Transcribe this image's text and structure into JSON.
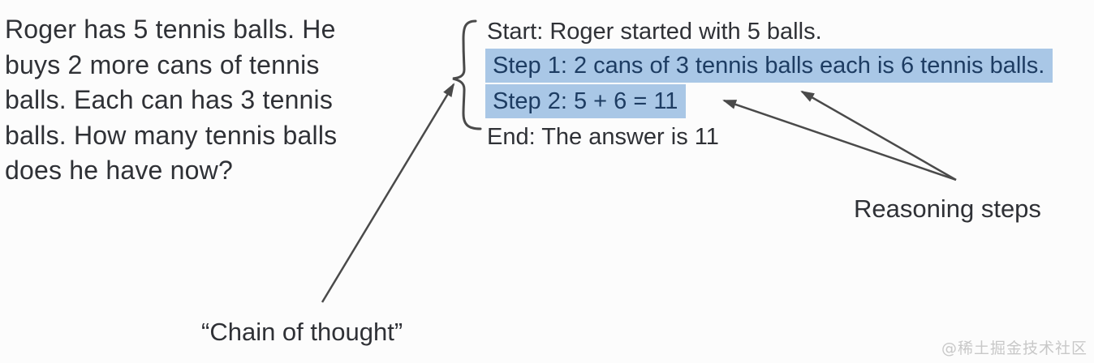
{
  "problem": {
    "text": "Roger has 5 tennis balls. He\nbuys 2 more cans of tennis\nballs. Each can has 3 tennis\nballs. How many tennis balls\ndoes he have now?"
  },
  "reasoning": {
    "start": "Start: Roger started with 5 balls.",
    "step1": "Step 1: 2 cans of 3 tennis balls each is 6 tennis balls.",
    "step2": "Step 2: 5 + 6 = 11",
    "end": "End: The answer is 11"
  },
  "labels": {
    "chain_of_thought": "“Chain of thought”",
    "reasoning_steps": "Reasoning steps"
  },
  "watermark": "@稀土掘金技术社区",
  "icons": {
    "brace": "left-curly-brace",
    "arrows": [
      "chain-of-thought-arrow",
      "reasoning-step2-arrow",
      "reasoning-step1-arrow"
    ]
  },
  "colors": {
    "page_bg": "#fcfcfc",
    "highlight": "#a9c7e6",
    "step_text": "#1d3c62",
    "body_text": "#2f3136",
    "arrow": "#4a4a4a",
    "watermark": "#c8c8c8"
  }
}
